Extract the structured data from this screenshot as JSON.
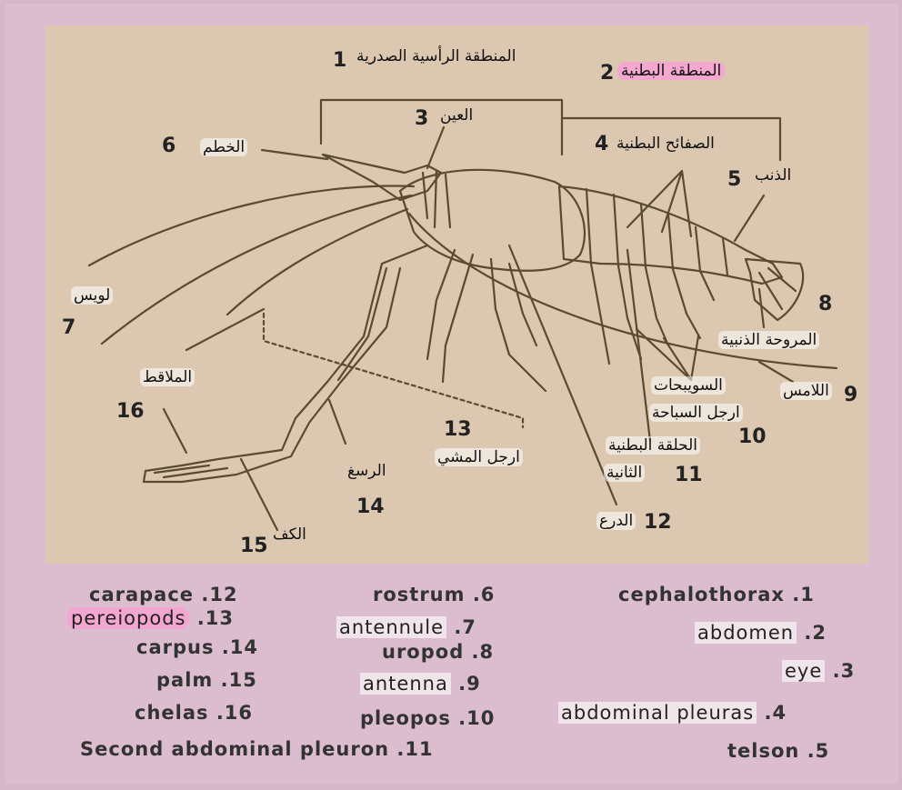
{
  "arabic_labels": {
    "cephalothorax": "المنطقة الرأسية الصدرية",
    "abdomen": "المنطقة البطنية",
    "eye": "العين",
    "abdominal_pleuras": "الصفائح البطنية",
    "telson": "الذنب",
    "rostrum": "الخطم",
    "antennule": "لويس",
    "uropod": "المروحة الذنبية",
    "antenna": "اللامس",
    "pleopods_1": "السويبحات",
    "pleopods_2": "ارجل السباحة",
    "second_pleuron_1": "الحلقة البطنية",
    "second_pleuron_2": "الثانية",
    "carapace": "الدرع",
    "pereiopods": "ارجل المشي",
    "carpus": "الرسغ",
    "palm": "الكف",
    "chelas": "الملاقط"
  },
  "numbers": {
    "n1": "1",
    "n2": "2",
    "n3": "3",
    "n4": "4",
    "n5": "5",
    "n6": "6",
    "n7": "7",
    "n8": "8",
    "n9": "9",
    "n10": "10",
    "n11": "11",
    "n12": "12",
    "n13": "13",
    "n14": "14",
    "n15": "15",
    "n16": "16"
  },
  "legend": {
    "col1": [
      {
        "name": "carapace",
        "num": ".12"
      },
      {
        "name": "pereiopods",
        "num": ".13"
      },
      {
        "name": "carpus",
        "num": ".14"
      },
      {
        "name": "palm",
        "num": ".15"
      },
      {
        "name": "chelas",
        "num": ".16"
      }
    ],
    "col2": [
      {
        "name": "rostrum",
        "num": ".6"
      },
      {
        "name": "antennule",
        "num": ".7"
      },
      {
        "name": "uropod",
        "num": ".8"
      },
      {
        "name": "antenna",
        "num": ".9"
      },
      {
        "name": "pleopos",
        "num": ".10"
      },
      {
        "name": "Second abdominal pleuron",
        "num": ".11"
      }
    ],
    "col3": [
      {
        "name": "cephalothorax",
        "num": ".1"
      },
      {
        "name": "abdomen",
        "num": ".2"
      },
      {
        "name": "eye",
        "num": ".3"
      },
      {
        "name": "abdominal pleuras",
        "num": ".4"
      },
      {
        "name": "telson",
        "num": ".5"
      }
    ]
  },
  "colors": {
    "background": "#dbbdcf",
    "panel": "#dcc8b0",
    "drawing": "#5a4a30",
    "highlight": "#f4a8cf"
  }
}
